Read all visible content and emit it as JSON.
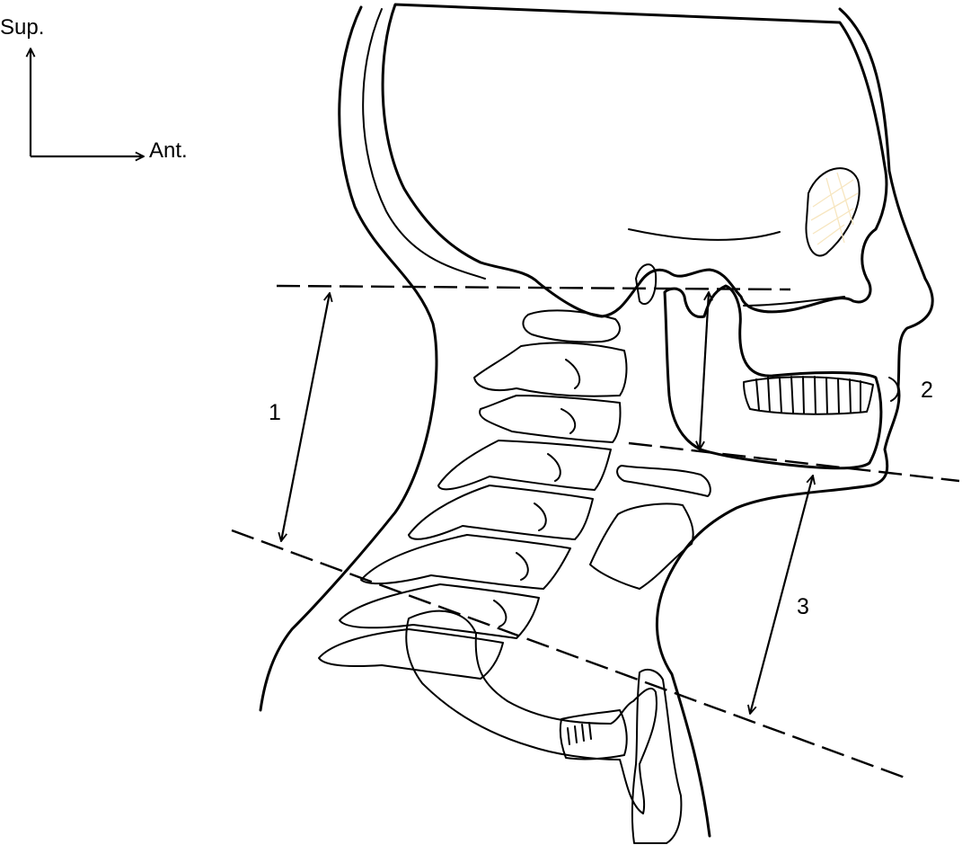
{
  "orientation": {
    "superior_label": "Sup.",
    "anterior_label": "Ant."
  },
  "measurements": [
    {
      "label": "1"
    },
    {
      "label": "2"
    },
    {
      "label": "3"
    }
  ],
  "colors": {
    "bone": "#f7e6c0",
    "cartilage": "#c3d3a6",
    "outline": "#000000",
    "background": "#ffffff"
  }
}
